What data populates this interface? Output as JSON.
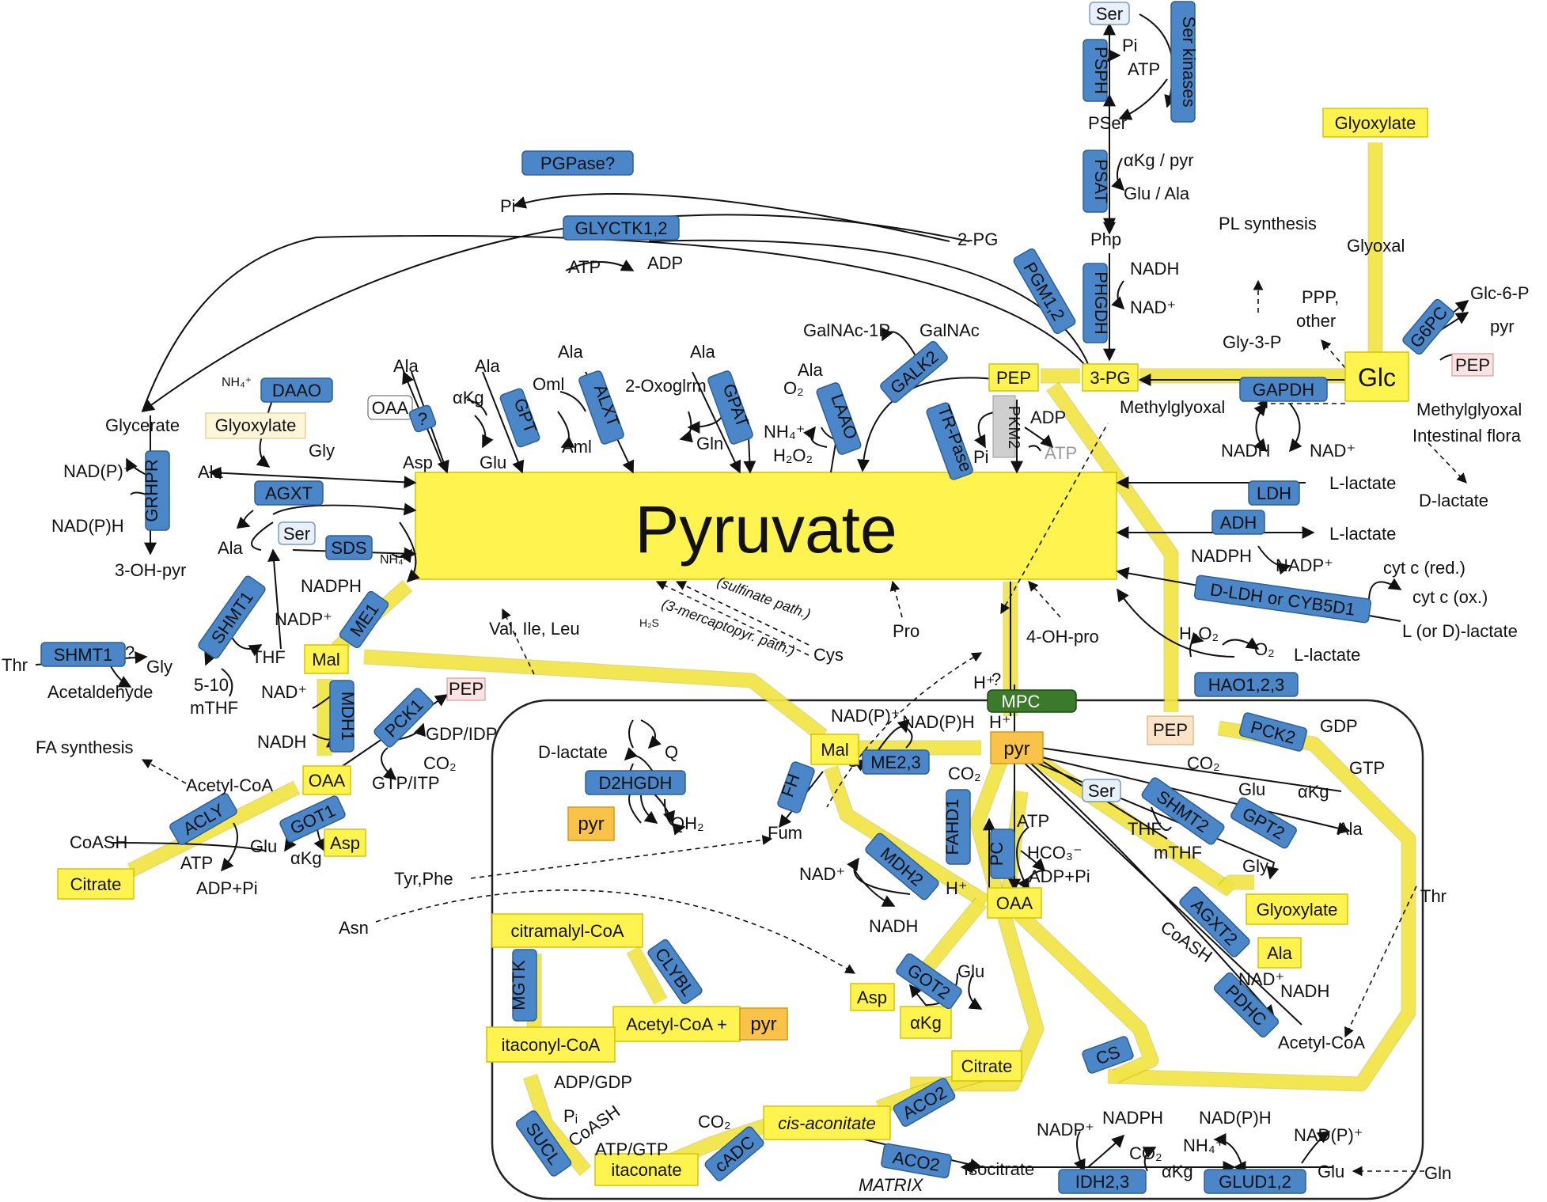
{
  "central": {
    "label": "Pyruvate"
  },
  "matrix_label": "MATRIX",
  "enzymes": {
    "pgpase": "PGPase?",
    "glyctk": "GLYCTK1,2",
    "pgm": "PGM1,2",
    "phgdh": "PHGDH",
    "psat": "PSAT",
    "psph": "PSPH",
    "serkin": "Ser kinases",
    "daao": "DAAO",
    "grhpr": "GRHPR",
    "agxt": "AGXT",
    "sds": "SDS",
    "shmt1a": "SHMT1",
    "shmt1b": "SHMT1",
    "q": "?",
    "gpt": "GPT",
    "alxt": "ALXT",
    "gpat": "GPAT",
    "laao": "LAAO",
    "galk2": "GALK2",
    "trpase": "TR-Pase",
    "pkm2": "PKM2",
    "gapdh": "GAPDH",
    "g6pc": "G6PC",
    "ldh": "LDH",
    "adh": "ADH",
    "dldh": "D-LDH or CYB5D1",
    "hao": "HAO1,2,3",
    "me1": "ME1",
    "mdh1": "MDH1",
    "pck1": "PCK1",
    "acly": "ACLY",
    "got1": "GOT1",
    "mpc": "MPC",
    "d2hgdh": "D2HGDH",
    "fh": "FH",
    "me23": "ME2,3",
    "mdh2": "MDH2",
    "fahd1": "FAHD1",
    "pc": "PC",
    "pck2": "PCK2",
    "shmt2": "SHMT2",
    "gpt2": "GPT2",
    "agxt2": "AGXT2",
    "pdhc": "PDHC",
    "cs": "CS",
    "got2": "GOT2",
    "clyrl": "CLYBL",
    "mgtk": "MGTK",
    "sucl": "SUCL",
    "cadc": "cADC",
    "aco2a": "ACO2",
    "aco2b": "ACO2",
    "idh": "IDH2,3",
    "glud": "GLUD1,2"
  },
  "boxed": {
    "ser_top": "Ser",
    "glyoxylate_top": "Glyoxylate",
    "glc": "Glc",
    "pep_g6pc": "PEP",
    "pep_top": "PEP",
    "pg3": "3-PG",
    "oaa_c": "OAA",
    "glyoxylate_daao": "Glyoxylate",
    "ser_left": "Ser",
    "mal_c": "Mal",
    "oaa_cyt": "OAA",
    "pep_pck1": "PEP",
    "asp_c": "Asp",
    "citrate_c": "Citrate",
    "mal_m": "Mal",
    "pyr_m": "pyr",
    "pep_m": "PEP",
    "ser_m": "Ser",
    "pyr_d2": "pyr",
    "oaa_m": "OAA",
    "glyoxylate_m": "Glyoxylate",
    "ala_m": "Ala",
    "citramalyl": "citramalyl-CoA",
    "acoa_pyr": "Acetyl-CoA +",
    "pyr_acoa": "pyr",
    "itaconyl": "itaconyl-CoA",
    "asp_m": "Asp",
    "akg_m": "αKg",
    "citrate_m": "Citrate",
    "cisacon": "cis-aconitate",
    "itaconate": "itaconate"
  },
  "labels": {
    "pi_top": "Pi",
    "atp_top": "ATP",
    "pser": "PSer",
    "akg_pyr": "αKg / pyr",
    "glu_ala": "Glu / Ala",
    "php": "Php",
    "nadh_top": "NADH",
    "nadp_top": "NAD⁺",
    "pi_pgpase": "Pi",
    "pg2": "2-PG",
    "atp_glyctk": "ATP",
    "adp_glyctk": "ADP",
    "pl_syn": "PL synthesis",
    "glyoxal": "Glyoxal",
    "ppp": "PPP,",
    "other": "other",
    "glc6p": "Glc-6-P",
    "pyr_g6pc": "pyr",
    "gly3p": "Gly-3-P",
    "methylglyoxal": "Methylglyoxal",
    "mg_flora1": "Methylglyoxal",
    "mg_flora2": "Intestinal flora",
    "dlactate_r": "D-lactate",
    "galnac1p": "GalNAc-1P",
    "galnac": "GalNAc",
    "adp_pk": "ADP",
    "atp_pk": "ATP",
    "pi_tr": "Pi",
    "ala_laao": "Ala",
    "o2_laao": "O₂",
    "nh4_laao": "NH₄⁺",
    "h2o2_laao": "H₂O₂",
    "ala_gpat": "Ala",
    "oxoglrm": "2-Oxoglrm",
    "gln_gpat": "Gln",
    "ala_alxt": "Ala",
    "oml": "Oml",
    "aml": "Aml",
    "ala_gpt": "Ala",
    "akg_gpt": "αKg",
    "glu_gpt": "Glu",
    "ala_q": "Ala",
    "asp_q": "Asp",
    "nh4_daao": "NH₄⁺",
    "gly_daao": "Gly",
    "glycerate": "Glycerate",
    "nadp_plus": "NAD(P)⁺",
    "nadph_h": "NAD(P)H",
    "ohpyr": "3-OH-pyr",
    "ala_agxt": "Ala",
    "ala_ser": "Ala",
    "nh4_sds": "NH₄⁺",
    "nadph_me1": "NADPH",
    "nadp_me1": "NADP⁺",
    "thf": "THF",
    "mthf1": "5-10",
    "mthf2": "mTHF",
    "thr": "Thr",
    "qmark": "?",
    "gly_l": "Gly",
    "acetald": "Acetaldehyde",
    "nad_mdh1": "NAD⁺",
    "nadh_mdh1": "NADH",
    "gdp_idp": "GDP/IDP",
    "co2_pck1": "CO₂",
    "gtp_itp": "GTP/ITP",
    "fa_syn": "FA synthesis",
    "acoa_c": "Acetyl-CoA",
    "coash_c": "CoASH",
    "atp_acly": "ATP",
    "adp_acly": "ADP+Pi",
    "glu_got1": "Glu",
    "akg_got1": "αKg",
    "val": "Val, Ile, Leu",
    "sulf": "(sulfinate path.)",
    "merc": "(3-mercaptopyr. path.)",
    "h2s": "H₂S",
    "cys": "Cys",
    "pro": "Pro",
    "ohpro": "4-OH-pro",
    "nadh_ldh": "NADH",
    "nad_ldh": "NAD⁺",
    "llac_ldh": "L-lactate",
    "llac_adh": "L-lactate",
    "nadph_adh": "NADPH",
    "nadp_adh": "NADP⁺",
    "cytc_red": "cyt c (red.)",
    "cytc_ox": "cyt c (ox.)",
    "lordlac": "L (or D)-lactate",
    "h2o2_hao": "H₂O₂",
    "o2_hao": "O₂",
    "llac_hao": "L-lactate",
    "hplus1": "H⁺",
    "qmpc": "?",
    "hplus2": "H⁺",
    "dlac_m": "D-lactate",
    "q_m": "Q",
    "qh2_m": "QH₂",
    "nadp_me23": "NAD(P)⁺",
    "nadph_me23": "NAD(P)H",
    "co2_fahd": "CO₂",
    "fum": "Fum",
    "tyrphe": "Tyr,Phe",
    "asn": "Asn",
    "nad_mdh2": "NAD⁺",
    "nadh_mdh2": "NADH",
    "h_fahd": "H⁺",
    "atp_pc": "ATP",
    "hco3": "HCO₃⁻",
    "adp_pc": "ADP+Pi",
    "co2_pck2": "CO₂",
    "gdp_pck2": "GDP",
    "gtp_pck2": "GTP",
    "glu_gpt2": "Glu",
    "akg_gpt2": "αKg",
    "ala_gpt2": "Ala",
    "thf_m": "THF",
    "mthf_m": "mTHF",
    "gly_m": "Gly",
    "thr_m": "Thr",
    "coash_m": "CoASH",
    "nad_pdhc": "NAD⁺",
    "nadh_pdhc": "NADH",
    "acoa_m": "Acetyl-CoA",
    "glu_got2": "Glu",
    "adp_gdp": "ADP/GDP",
    "pi_m": "Pᵢ",
    "coash_sucl": "CoASH",
    "atp_gtp": "ATP/GTP",
    "co2_cadc": "CO₂",
    "isocitrate": "Isocitrate",
    "nadp_idh": "NADP⁺",
    "nadph_idh": "NADPH",
    "co2_idh": "CO₂",
    "akg_idh": "αKg",
    "nh4_glud": "NH₄⁺",
    "nadph_glud": "NAD(P)H",
    "nadp_glud": "NAD(P)⁺",
    "glu_glud": "Glu",
    "gln": "Gln"
  },
  "colors": {
    "enzyme": "#4a86c8",
    "metabolite": "#fff44f",
    "pyruvate_m": "#f9c34a",
    "mpc": "#3a7a2a"
  }
}
